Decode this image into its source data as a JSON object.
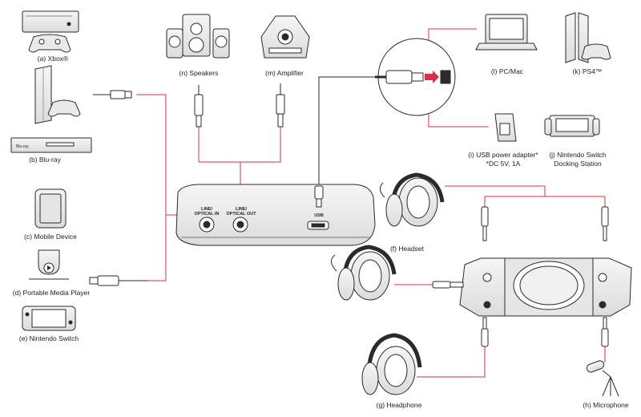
{
  "devices": {
    "xbox": "(a) Xbox®",
    "bluray": "(b) Blu-ray",
    "mobile": "(c) Mobile Device",
    "pmp": "(d) Portable Media Player",
    "switch": "(e) Nintendo Switch",
    "headset": "(f) Headset",
    "headphone": "(g) Headphone",
    "microphone": "(h) Microphone",
    "usb_adapter_line1": "(i) USB power adapter*",
    "usb_adapter_line2": "*DC 5V, 1A",
    "dock_line1": "(j)  Nintendo Switch",
    "dock_line2": "Docking Station",
    "ps4": "(k) PS4™",
    "pc": "(l) PC/Mac",
    "amplifier": "(m) Amplifier",
    "speakers": "(n) Speakers"
  },
  "ports": {
    "line_in_1": "LINE/",
    "line_in_2": "OPTICAL IN",
    "line_out_1": "LINE/",
    "line_out_2": "OPTICAL OUT",
    "usb": "USB"
  },
  "colors": {
    "connector_line": "#d9304a",
    "device_outline": "#2a2a2a",
    "device_fill": "#f2f2f2"
  }
}
